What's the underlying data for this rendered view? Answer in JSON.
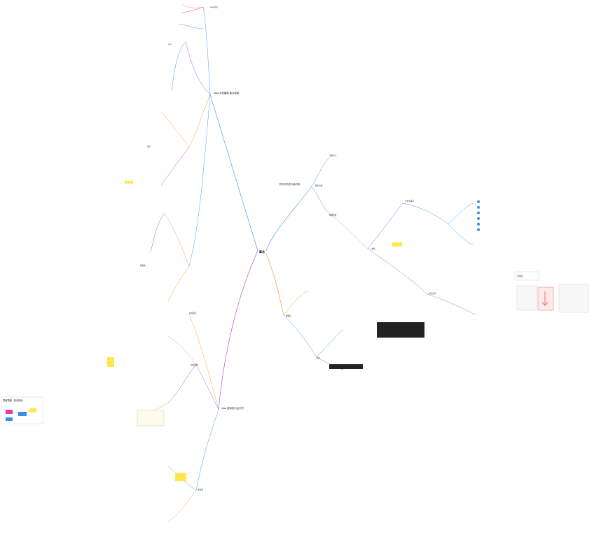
{
  "root": {
    "label": "算法"
  },
  "branches": {
    "upper": "Java 并发编程·集合框架",
    "lower": "Java 虚拟机与运行时",
    "right": "分布式系统与高可用"
  },
  "legend": {
    "title": "思维导图 · 知识体系"
  },
  "thumbnail": {
    "caption": "大纲视图"
  },
  "colors": {
    "blue": "#3b8fe6",
    "purple": "#a43fd8",
    "orange": "#f29a1e",
    "yellow_highlight": "#ffe74d",
    "pink": "#e23ba7",
    "red_accent": "#e02020",
    "code_bg": "#222222"
  }
}
